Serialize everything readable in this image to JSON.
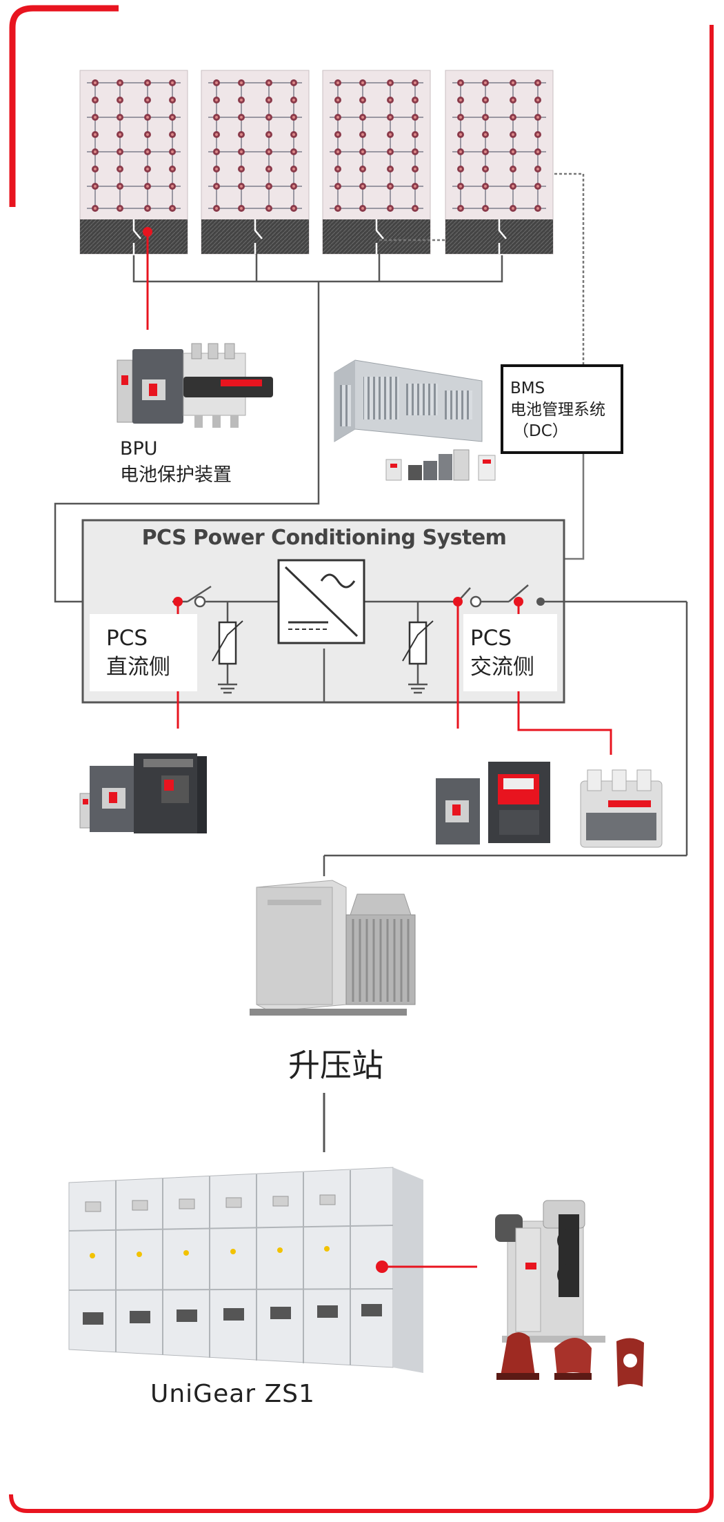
{
  "labels": {
    "bpu_line1": "BPU",
    "bpu_line2": "电池保护装置",
    "bms_line1": "BMS",
    "bms_line2": "电池管理系统",
    "bms_line3": "（DC）",
    "pcs_title": "PCS Power Conditioning System",
    "pcs_dc_line1": "PCS",
    "pcs_dc_line2": "直流侧",
    "pcs_ac_line1": "PCS",
    "pcs_ac_line2": "交流侧",
    "substation": "升压站",
    "switchgear": "UniGear ZS1"
  },
  "colors": {
    "accent_red": "#e8141f",
    "line_gray": "#555555",
    "panel_gray": "#ebebeb"
  },
  "icons": {
    "battery_racks": "battery-rack-icon",
    "bpu_device": "breaker-switch-icon",
    "container": "container-icon",
    "converter": "dc-ac-converter-icon",
    "transformer": "transformer-icon",
    "switchgear": "switchgear-cabinet-icon",
    "vacuum_breaker": "vacuum-breaker-icon"
  }
}
